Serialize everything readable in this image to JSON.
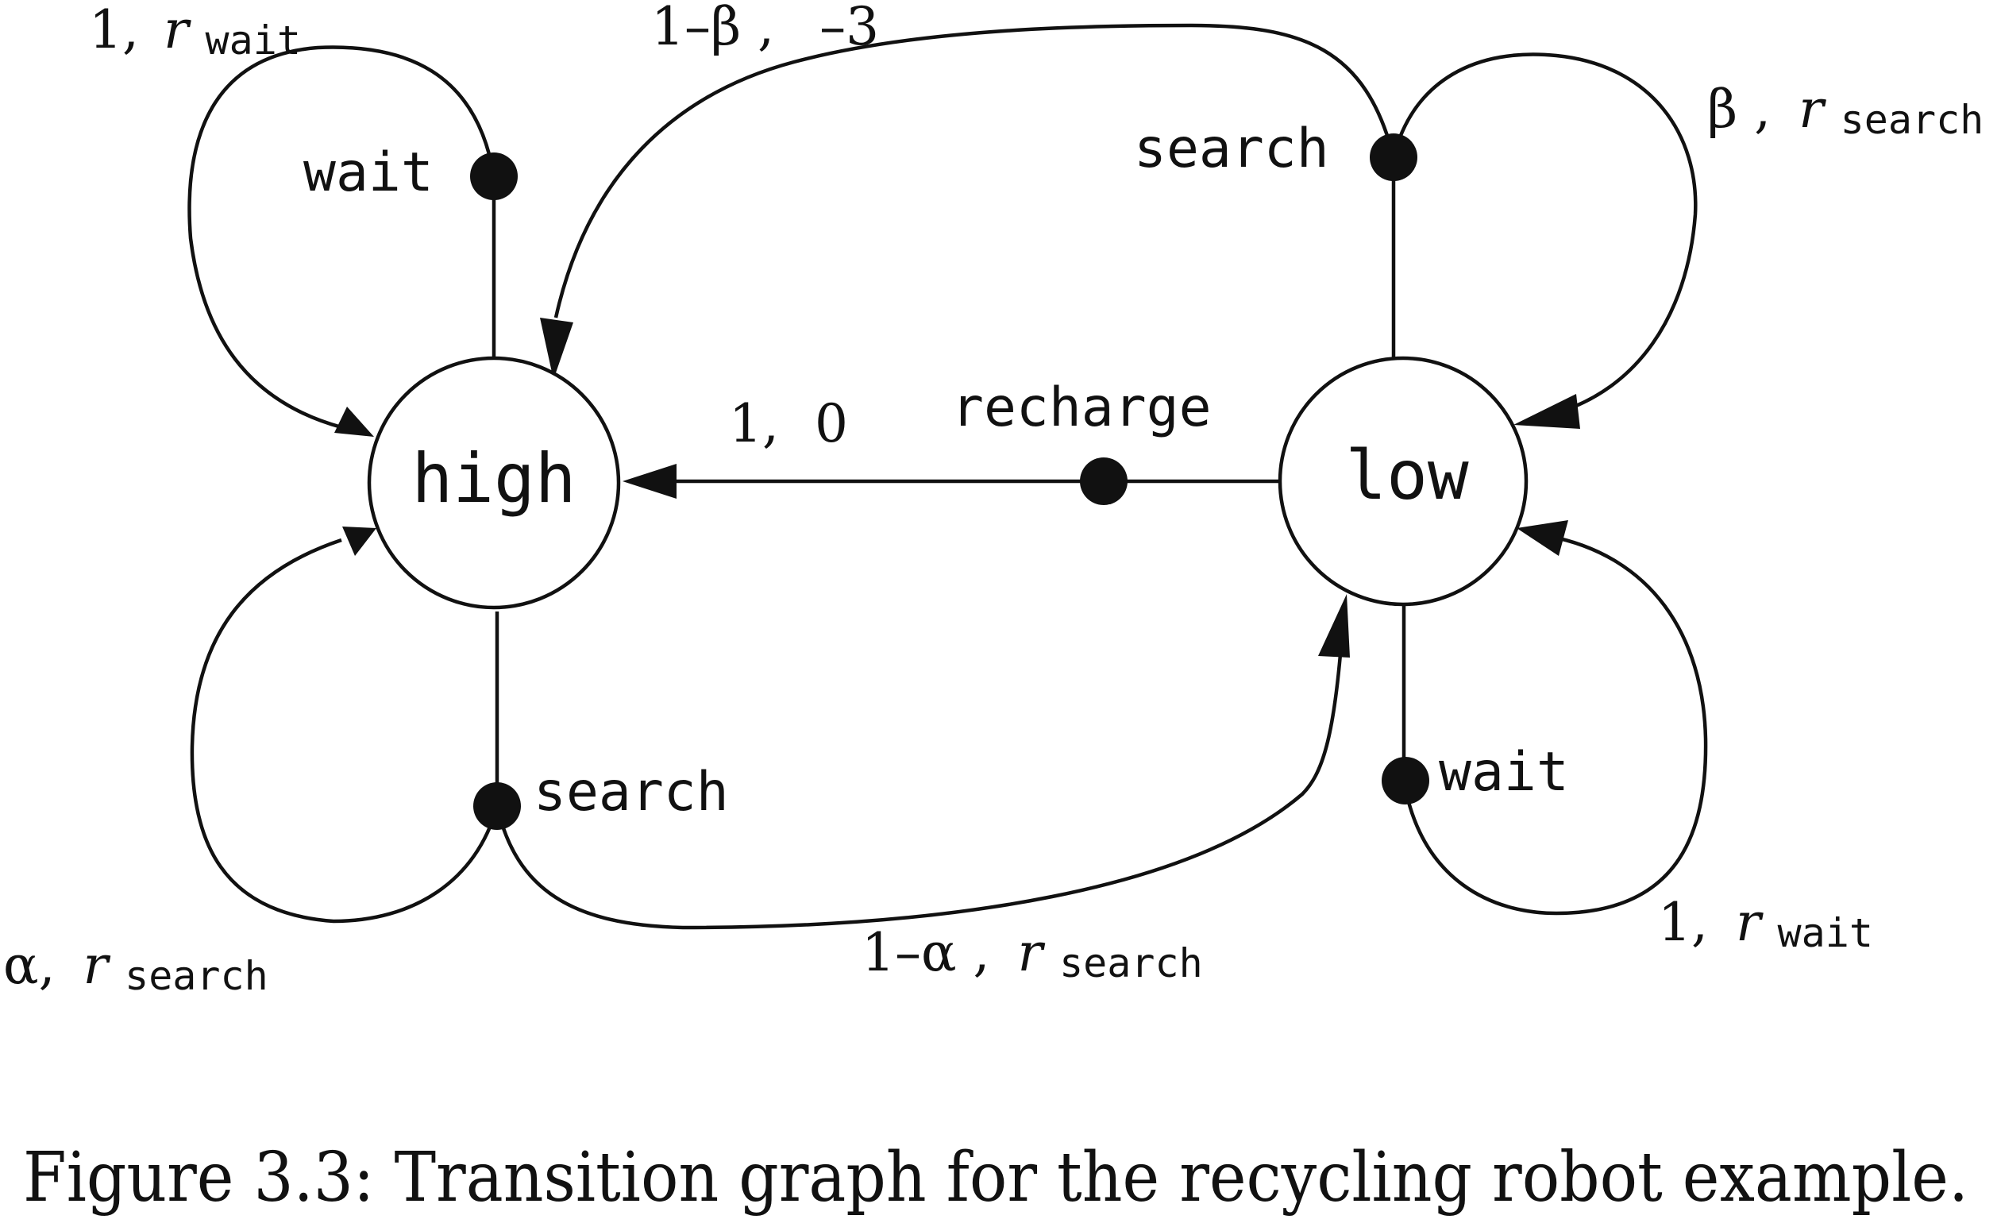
{
  "states": {
    "high": "high",
    "low": "low"
  },
  "actions": {
    "high_wait": "wait",
    "high_search": "search",
    "low_search": "search",
    "low_wait": "wait",
    "low_recharge": "recharge"
  },
  "transitions": {
    "high_wait_loop": {
      "prob": "1,",
      "reward_var": "r",
      "reward_sub": "wait"
    },
    "high_search_loop": {
      "prob": "α,",
      "reward_var": "r",
      "reward_sub": "search"
    },
    "high_search_to_low": {
      "prob": "1–α ,",
      "reward_var": "r",
      "reward_sub": "search"
    },
    "low_search_to_high": {
      "prob": "1–β ,",
      "reward": "–3"
    },
    "low_search_loop": {
      "prob": "β ,",
      "reward_var": "r",
      "reward_sub": "search"
    },
    "low_wait_loop": {
      "prob": "1,",
      "reward_var": "r",
      "reward_sub": "wait"
    },
    "low_recharge_to_high": {
      "prob": "1,",
      "reward": "0"
    }
  },
  "caption": "Figure 3.3: Transition graph for the recycling robot example."
}
